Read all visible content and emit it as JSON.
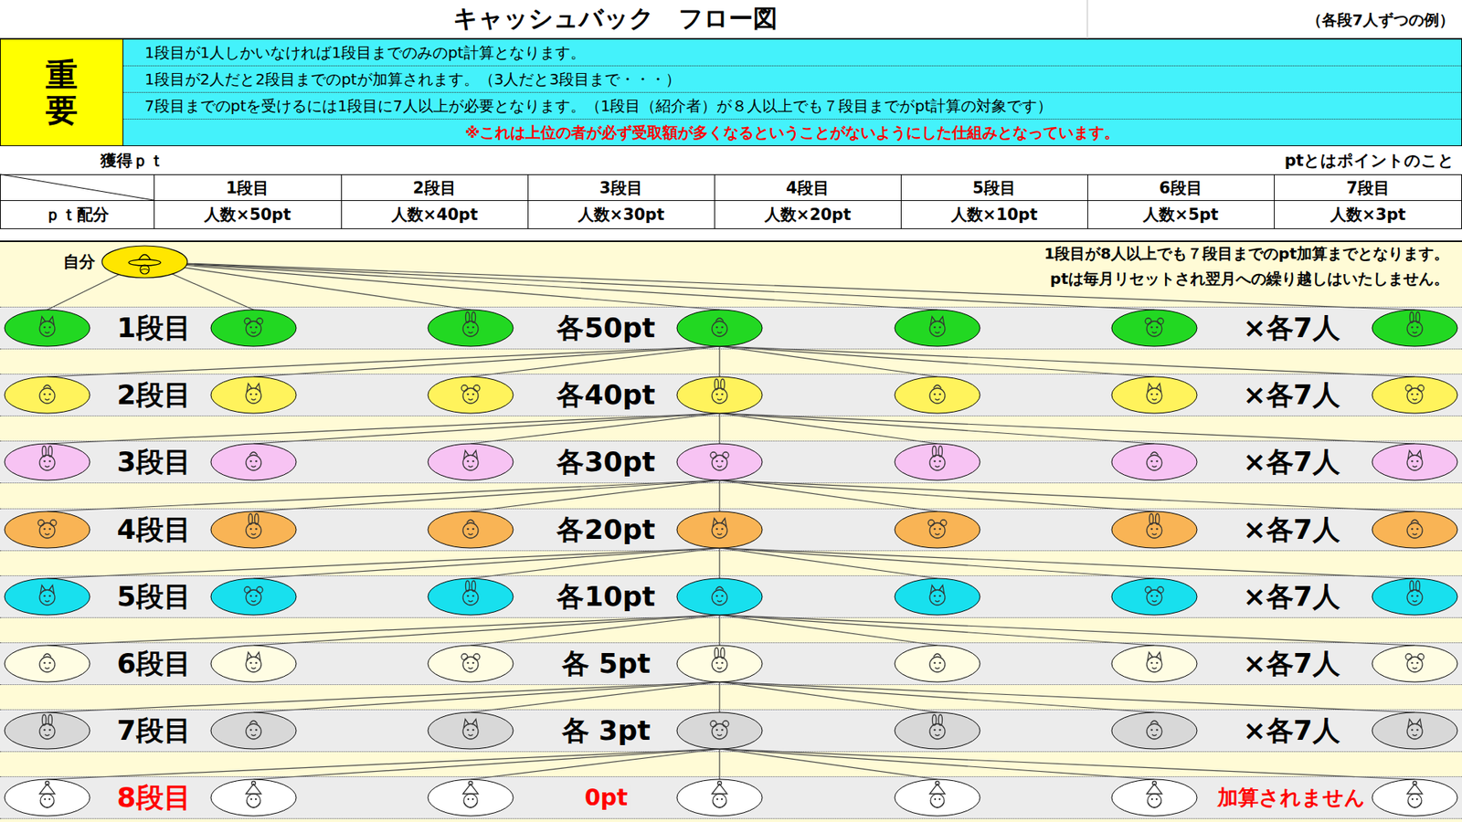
{
  "diagram": {
    "title": "キャッシュバック　フロー図",
    "nodes": [
      {
        "text": [
          "重要"
        ]
      },
      {
        "text": [
          "1段目が1人しかいなければ1段目までのみのpt計算となります。",
          "1段目が2人だと2段目までのptが加算されます。（3人だと3段目まで・・・）",
          "7段目までのptを受けるには1段目に7人以上が必要となります。（1段目（紹介者）が８人以上でも７段目までがpt計算の対象です）",
          "※これは上位の者が必ず受取額が多くなるということがないようにした仕組みとなっています。"
        ]
      },
      {
        "text": [
          "1段目が8人以上でも７段目までのpt加算までとなります。",
          "ptは毎月リセットされ翌月への繰り越しはいたしません。"
        ]
      },
      {
        "text": [
          "自分"
        ],
        "in": 2
      },
      {
        "text": [
          "1段目",
          "各50pt",
          "×各7人"
        ],
        "in": 2
      },
      {
        "text": [
          "2段目",
          "各40pt",
          "×各7人"
        ],
        "in": 2
      },
      {
        "text": [
          "3段目",
          "各30pt",
          "×各7人"
        ],
        "in": 2
      },
      {
        "text": [
          "4段目",
          "各20pt",
          "×各7人"
        ],
        "in": 2
      },
      {
        "text": [
          "5段目",
          "各10pt",
          "×各7人"
        ],
        "in": 2
      },
      {
        "text": [
          "6段目",
          "各 5pt",
          "×各7人"
        ],
        "in": 2
      },
      {
        "text": [
          "7段目",
          "各 3pt",
          "×各7人"
        ],
        "in": 2
      },
      {
        "text": [
          "8段目",
          "0pt",
          "加算されません"
        ],
        "in": 2
      }
    ],
    "labels": [
      "（各段7人ずつの例）",
      "獲得ｐｔ",
      "ptとはポイントのこと",
      "1段目",
      "2段目",
      "3段目",
      "4段目",
      "5段目",
      "6段目",
      "7段目",
      "ｐｔ配分",
      "人数×50pt",
      "人数×40pt",
      "人数×30pt",
      "人数×20pt",
      "人数×10pt",
      "人数×5pt",
      "人数×3pt"
    ]
  }
}
